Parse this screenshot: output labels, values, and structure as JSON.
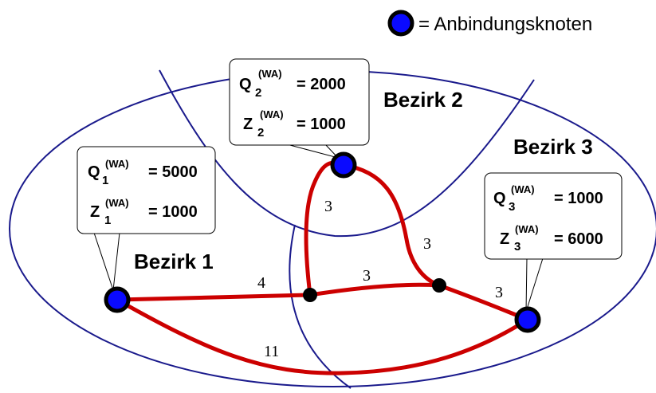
{
  "legend": {
    "symbol": "blue-node",
    "text": "= Anbindungsknoten"
  },
  "colors": {
    "boundary": "#1a1a8c",
    "road": "#cc0000",
    "node_fill": "#0a0aff",
    "node_stroke": "#000000"
  },
  "districts": [
    {
      "label": "Bezirk 1",
      "box": {
        "q_letter": "Q",
        "z_letter": "Z",
        "sub": "1",
        "sup": "(WA)",
        "q_value": "= 5000",
        "z_value": "= 1000"
      }
    },
    {
      "label": "Bezirk 2",
      "box": {
        "q_letter": "Q",
        "z_letter": "Z",
        "sub": "2",
        "sup": "(WA)",
        "q_value": "= 2000",
        "z_value": "= 1000"
      }
    },
    {
      "label": "Bezirk 3",
      "box": {
        "q_letter": "Q",
        "z_letter": "Z",
        "sub": "3",
        "sup": "(WA)",
        "q_value": "= 1000",
        "z_value": "= 6000"
      }
    }
  ],
  "edge_weights": [
    "4",
    "3",
    "3",
    "3",
    "3",
    "11"
  ]
}
